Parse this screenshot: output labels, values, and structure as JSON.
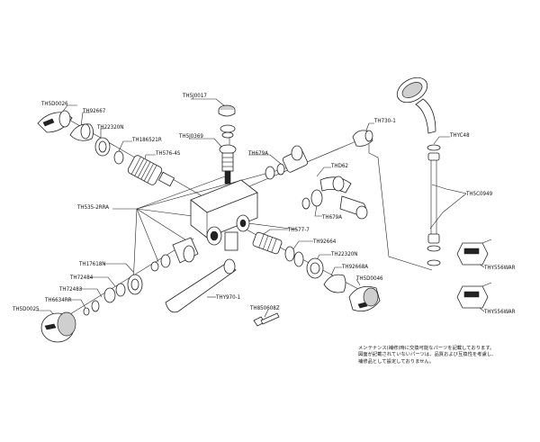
{
  "labels": {
    "p1": "TH5D0026",
    "p2": "TH92667",
    "p3": "TH22320N",
    "p4": "TH186521R",
    "p5": "TH576-4S",
    "p6": "TH5J0017",
    "p7": "TH5J0369",
    "p8": "TH679A",
    "p9": "TH730-1",
    "p10": "THYC48",
    "p11": "THD62",
    "p12": "TH679A",
    "p13": "TH5C0949",
    "p14": "TH535-2RRA",
    "p15": "TH577-7",
    "p16": "TH92664",
    "p17": "TH22320N",
    "p18": "TH92668A",
    "p19": "TH5D0046",
    "p20": "THY556WAR",
    "p21": "THY556WAR",
    "p22": "TH17618N",
    "p23": "TH72484",
    "p24": "TH72483",
    "p25": "TH6634RR",
    "p26": "TH5D0025",
    "p27": "THY970-1",
    "p28": "TH850608Z"
  },
  "notes": [
    "メンテナンス(補修)時に交換可能なパーツを記載しております。",
    "図面が記載されていないパーツは、品質および互換性を考慮し、",
    "補修品として設定しておりません。"
  ]
}
